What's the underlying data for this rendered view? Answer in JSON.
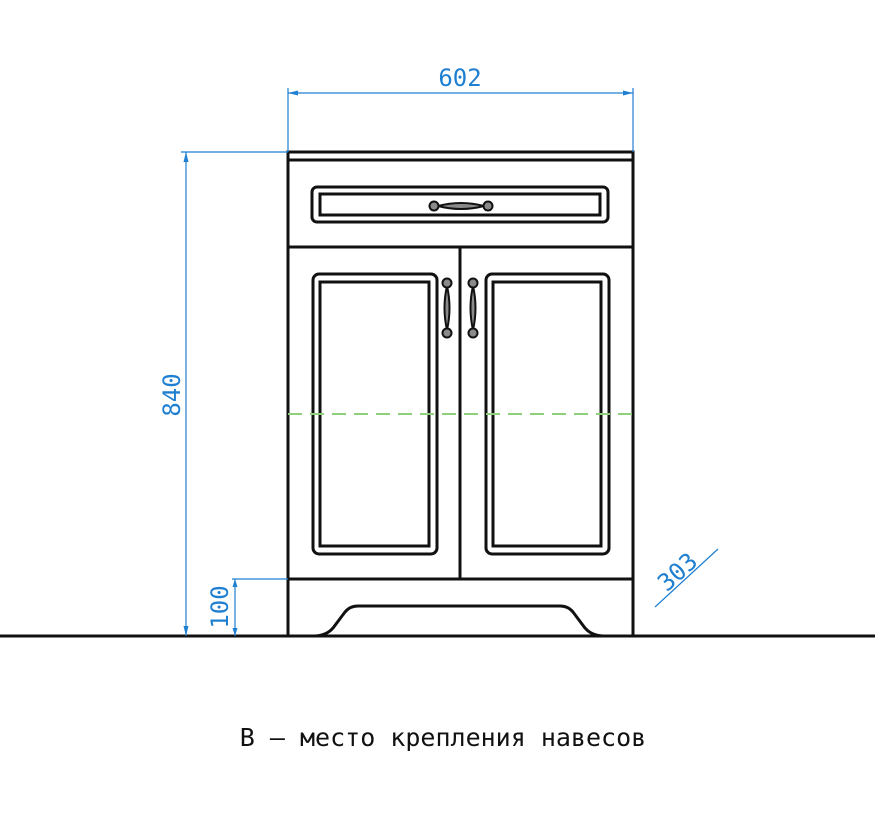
{
  "drawing": {
    "dimensions": {
      "width": "602",
      "height": "840",
      "plinth_height": "100",
      "depth": "303"
    },
    "caption": "В – место крепления навесов",
    "colors": {
      "outline": "#111111",
      "dimension": "#1f7fd0",
      "mounting_line": "#8fd17a",
      "handle": "#8a8a8a"
    }
  }
}
